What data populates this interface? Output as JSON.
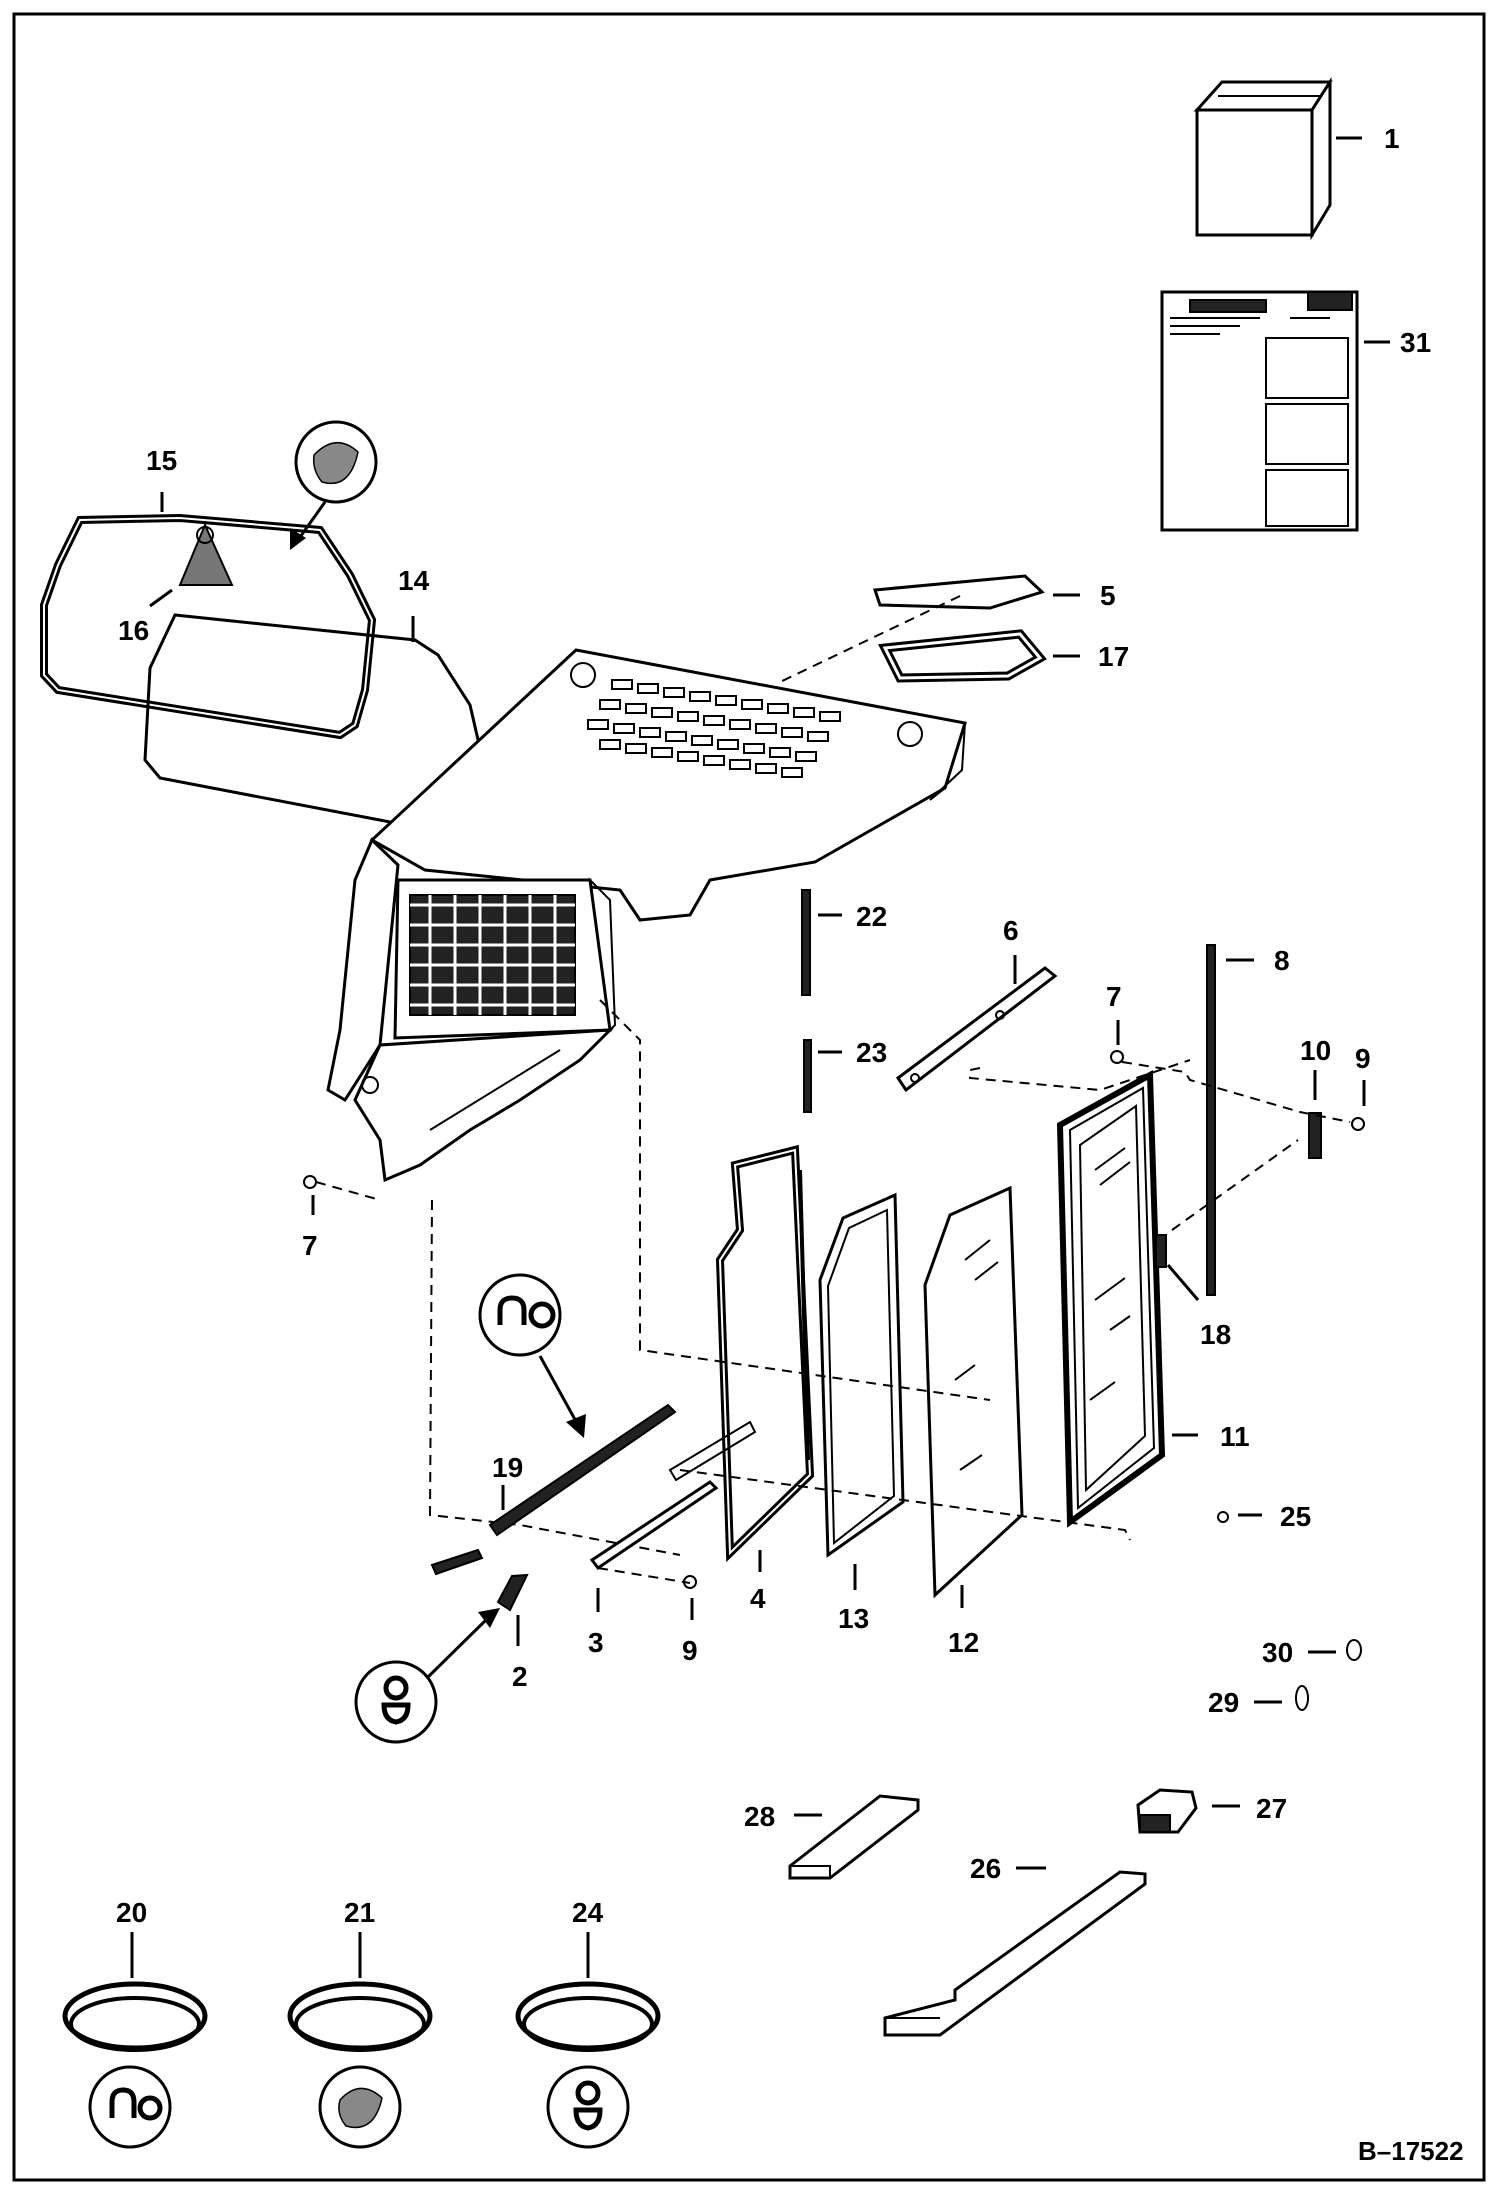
{
  "diagram": {
    "reference_number": "B–17522",
    "callouts": {
      "c1": "1",
      "c2": "2",
      "c3": "3",
      "c4": "4",
      "c5": "5",
      "c6": "6",
      "c7a": "7",
      "c7b": "7",
      "c8": "8",
      "c9a": "9",
      "c9b": "9",
      "c10": "10",
      "c11": "11",
      "c12": "12",
      "c13": "13",
      "c14": "14",
      "c15": "15",
      "c16": "16",
      "c17": "17",
      "c18": "18",
      "c19": "19",
      "c20": "20",
      "c21": "21",
      "c22": "22",
      "c23": "23",
      "c24": "24",
      "c25": "25",
      "c26": "26",
      "c27": "27",
      "c28": "28",
      "c29": "29",
      "c30": "30",
      "c31": "31"
    }
  }
}
